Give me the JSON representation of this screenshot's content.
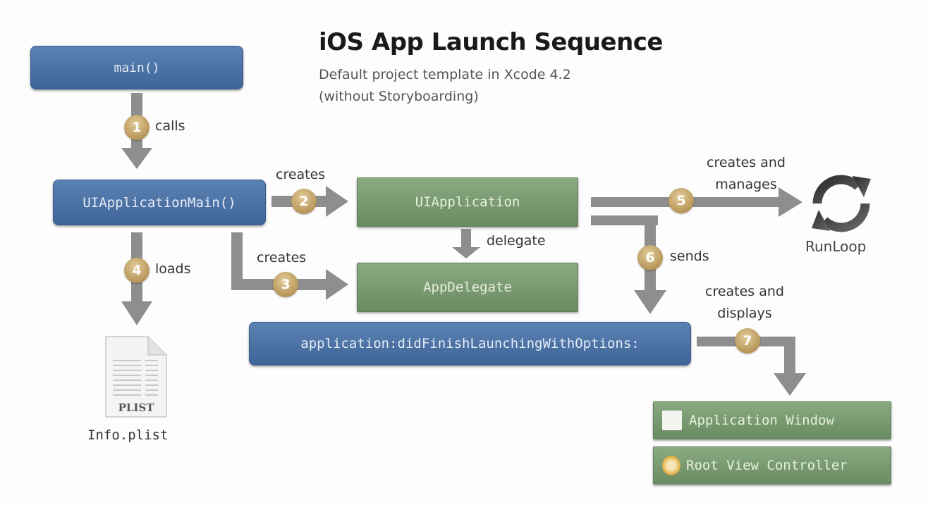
{
  "header": {
    "title": "iOS App Launch Sequence",
    "subtitle_line1": "Default project template in Xcode 4.2",
    "subtitle_line2": "(without Storyboarding)"
  },
  "nodes": {
    "main": "main()",
    "uiapplication_main": "UIApplicationMain()",
    "uiapplication": "UIApplication",
    "app_delegate": "AppDelegate",
    "did_finish": "application:didFinishLaunchingWithOptions:",
    "app_window": "Application Window",
    "root_vc": "Root View Controller",
    "plist_doc_label": "PLIST",
    "plist_name": "Info.plist",
    "runloop": "RunLoop"
  },
  "steps": [
    {
      "number": "1",
      "label": "calls"
    },
    {
      "number": "2",
      "label": "creates"
    },
    {
      "number": "3",
      "label": "creates"
    },
    {
      "number": "4",
      "label": "loads"
    },
    {
      "number": "5",
      "label_line1": "creates and",
      "label_line2": "manages"
    },
    {
      "number": "6",
      "label": "sends"
    },
    {
      "number": "7",
      "label_line1": "creates and",
      "label_line2": "displays"
    }
  ],
  "delegate_label": "delegate",
  "colors": {
    "blue_box": "#4b70a5",
    "green_box": "#7a9a72",
    "arrow": "#8d8d8d",
    "badge": "#c4a56a"
  }
}
